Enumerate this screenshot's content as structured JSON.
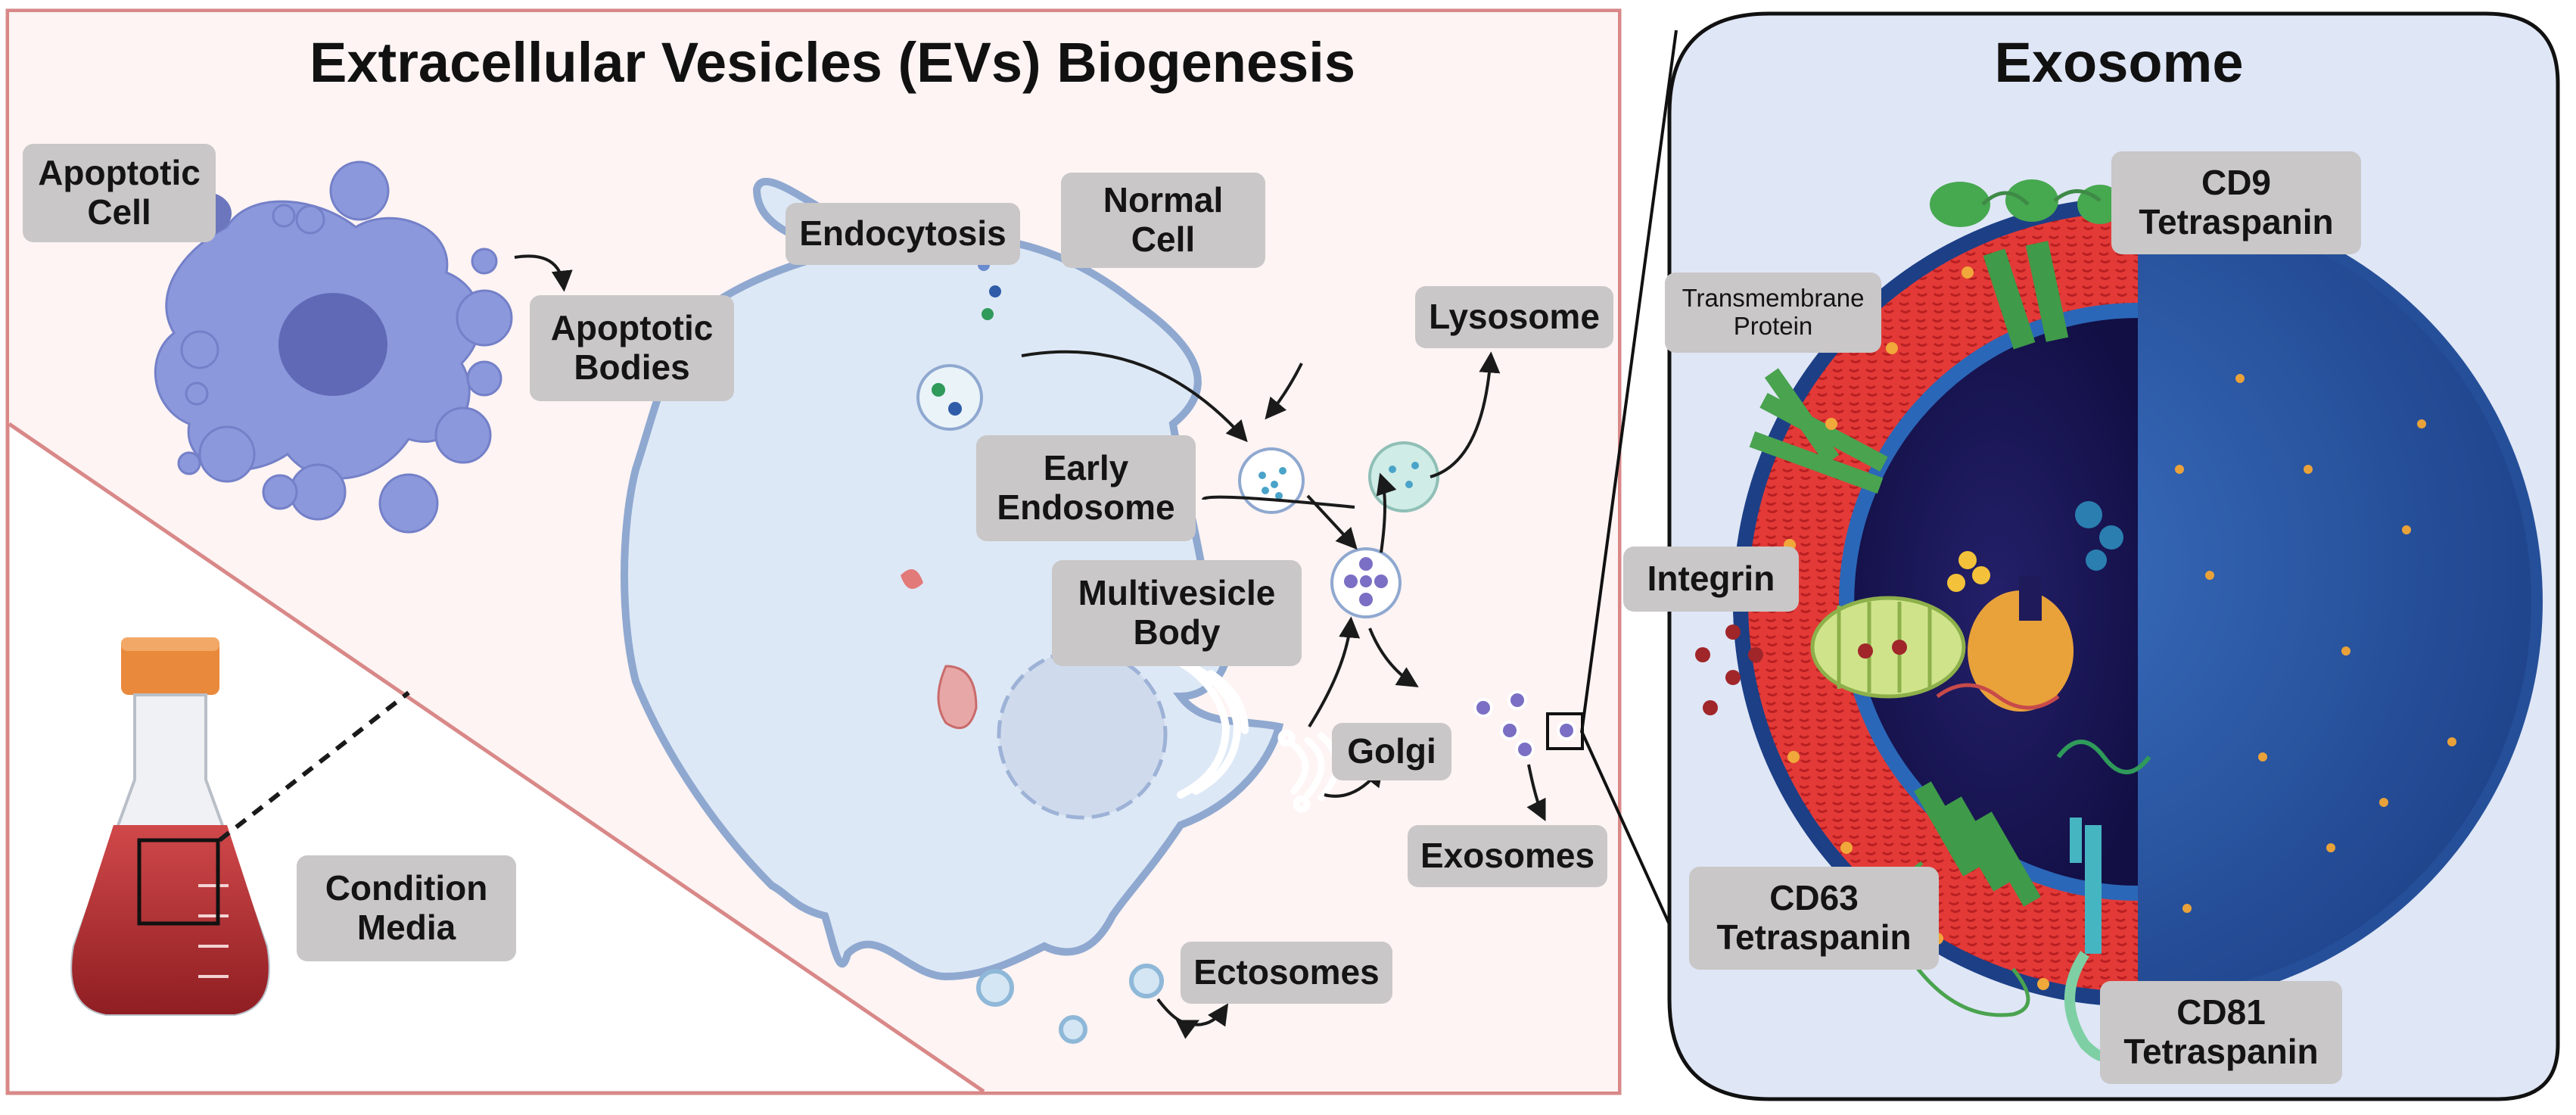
{
  "titles": {
    "main": "Extracellular Vesicles (EVs) Biogenesis",
    "exosome": "Exosome"
  },
  "labels": {
    "apoptotic_cell": "Apoptotic\nCell",
    "apoptotic_bodies": "Apoptotic\nBodies",
    "condition_media": "Condition\nMedia",
    "endocytosis": "Endocytosis",
    "normal_cell": "Normal\nCell",
    "lysosome": "Lysosome",
    "early_endosome": "Early\nEndosome",
    "multivesicle_body": "Multivesicle\nBody",
    "golgi": "Golgi",
    "exosomes": "Exosomes",
    "ectosomes": "Ectosomes",
    "cd9": "CD9\nTetraspanin",
    "transmembrane": "Transmembrane\nProtein",
    "integrin": "Integrin",
    "cd63": "CD63\nTetraspanin",
    "cd81": "CD81\nTetraspanin"
  },
  "colors": {
    "panel_border": "#d98888",
    "panel_fill": "#fdf4f3",
    "cell_membrane": "#8fa8d0",
    "cell_fill": "#dde8f6",
    "apoptotic": "#8c98dc",
    "exosome_bg": "#dfe6f6",
    "lipid_red": "#e03535",
    "exosome_blue": "#2f5ca8",
    "label_bg": "#c9c7c7",
    "media_red": "#b42a2c",
    "cap_orange": "#e9893c"
  }
}
